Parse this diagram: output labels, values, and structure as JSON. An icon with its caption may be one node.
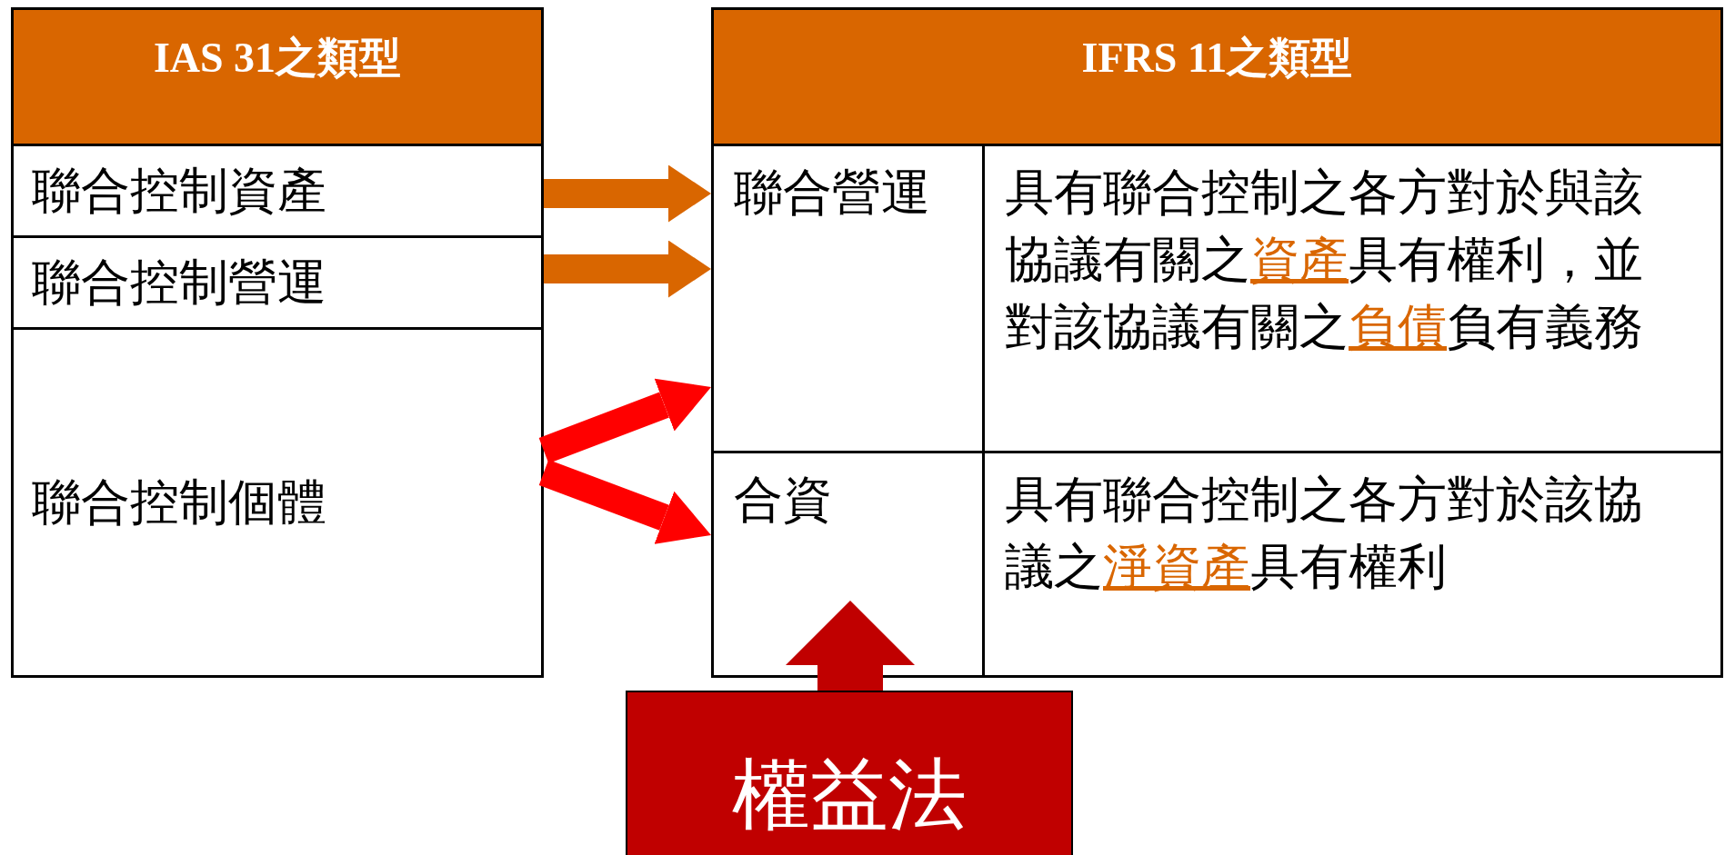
{
  "diagram": {
    "nodes": [
      {
        "text": [
          "IAS 31之類型"
        ]
      },
      {
        "text": [
          "聯合控制資產"
        ]
      },
      {
        "text": [
          "聯合控制營運"
        ]
      },
      {
        "text": [
          "聯合控制個體"
        ]
      },
      {
        "text": [
          "IFRS 11之類型"
        ]
      },
      {
        "text": [
          "聯合營運"
        ]
      },
      {
        "text": [
          "具有聯合控制之各方對於與該協議有關之**資產**具有權利，並對該協議有關之**負債**負有義務"
        ]
      },
      {
        "text": [
          "合資"
        ]
      },
      {
        "text": [
          "具有聯合控制之各方對於該協議之**淨資產**具有權利"
        ]
      },
      {
        "text": [
          "權益法"
        ]
      }
    ],
    "edges": [
      {
        "from": 1,
        "to": 5,
        "arrow": "to"
      },
      {
        "from": 2,
        "to": 5,
        "arrow": "to"
      },
      {
        "from": 3,
        "to": 5,
        "arrow": "to",
        "color": "#ff0000"
      },
      {
        "from": 3,
        "to": 7,
        "arrow": "to",
        "color": "#ff0000"
      },
      {
        "from": 9,
        "to": 7,
        "arrow": "to",
        "style": "thick",
        "color": "#c00000"
      }
    ]
  }
}
